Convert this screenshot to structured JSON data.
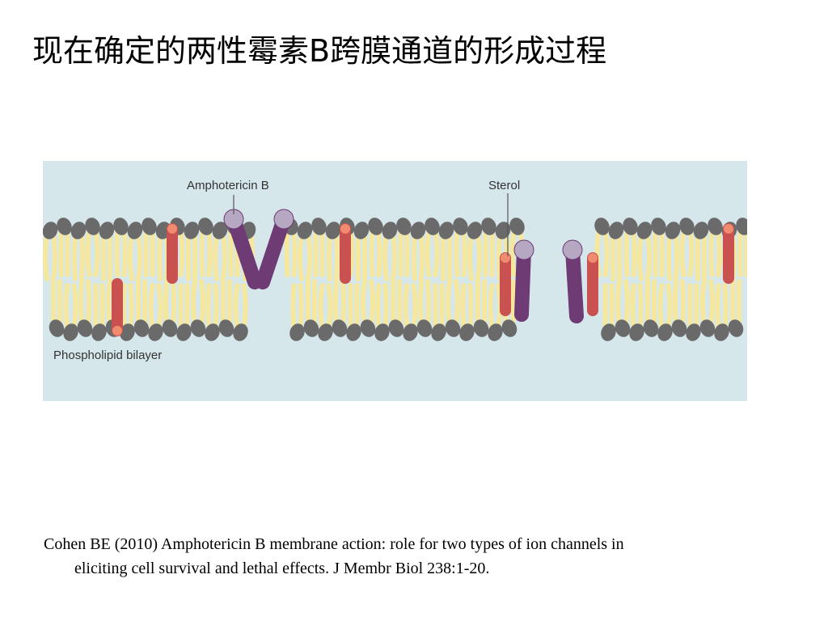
{
  "slide": {
    "title": "现在确定的两性霉素B跨膜通道的形成过程"
  },
  "figure": {
    "labels": {
      "amphotericin": "Amphotericin B",
      "sterol": "Sterol",
      "bilayer": "Phospholipid bilayer"
    },
    "colors": {
      "background": "#d6e7ec",
      "tail": "#f5e79e",
      "tail_outline": "#cbb75a",
      "head": "#6a6a6a",
      "sterol_body": "#c9514f",
      "sterol_tip": "#ef8c70",
      "amphotericin_body": "#6e3b74",
      "amphotericin_head": "#b6a7c2"
    }
  },
  "citation": {
    "line1": "Cohen BE (2010) Amphotericin B membrane action: role for two types of ion channels in",
    "line2": "eliciting cell survival and lethal effects. J Membr Biol 238:1-20."
  }
}
